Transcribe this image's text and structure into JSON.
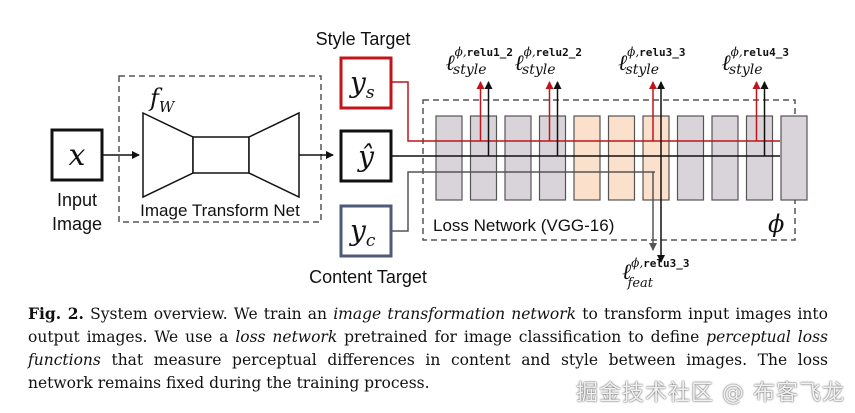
{
  "figure": {
    "input": {
      "symbol": "x",
      "label_line1": "Input",
      "label_line2": "Image"
    },
    "transform_net": {
      "symbol": "f",
      "subscript": "W",
      "label": "Image Transform Net"
    },
    "output": {
      "symbol": "ŷ"
    },
    "style_target": {
      "label": "Style Target",
      "symbol": "y",
      "subscript": "s",
      "color": "#c0151b"
    },
    "content_target": {
      "label": "Content Target",
      "symbol": "y",
      "subscript": "c",
      "color": "#4d5a78"
    },
    "loss_network": {
      "label": "Loss Network (VGG-16)",
      "symbol": "ϕ",
      "layer_count": 11
    },
    "style_losses": [
      {
        "symbol": "ℓ",
        "superscript_phi": "ϕ,",
        "layer": "relu1_2",
        "subscript": "style"
      },
      {
        "symbol": "ℓ",
        "superscript_phi": "ϕ,",
        "layer": "relu2_2",
        "subscript": "style"
      },
      {
        "symbol": "ℓ",
        "superscript_phi": "ϕ,",
        "layer": "relu3_3",
        "subscript": "style"
      },
      {
        "symbol": "ℓ",
        "superscript_phi": "ϕ,",
        "layer": "relu4_3",
        "subscript": "style"
      }
    ],
    "feature_loss": {
      "symbol": "ℓ",
      "superscript_phi": "ϕ,",
      "layer": "relu3_3",
      "subscript": "feat"
    },
    "colors": {
      "style_arrow": "#c0151b",
      "content_arrow": "#555555",
      "layer_gray": "#d9d4d9",
      "layer_peach": "#fbe0cc"
    }
  },
  "caption": {
    "fig_label": "Fig. 2.",
    "t1": " System overview. We train an ",
    "e1": "image transformation network",
    "t2": " to transform input images into output images. We use a ",
    "e2": "loss network",
    "t3": " pretrained for image classification to define ",
    "e3": "perceptual loss functions",
    "t4": " that measure perceptual differences in content and style between images. The loss network remains fixed during the training process."
  },
  "watermark": "掘金技术社区 @ 布客飞龙"
}
